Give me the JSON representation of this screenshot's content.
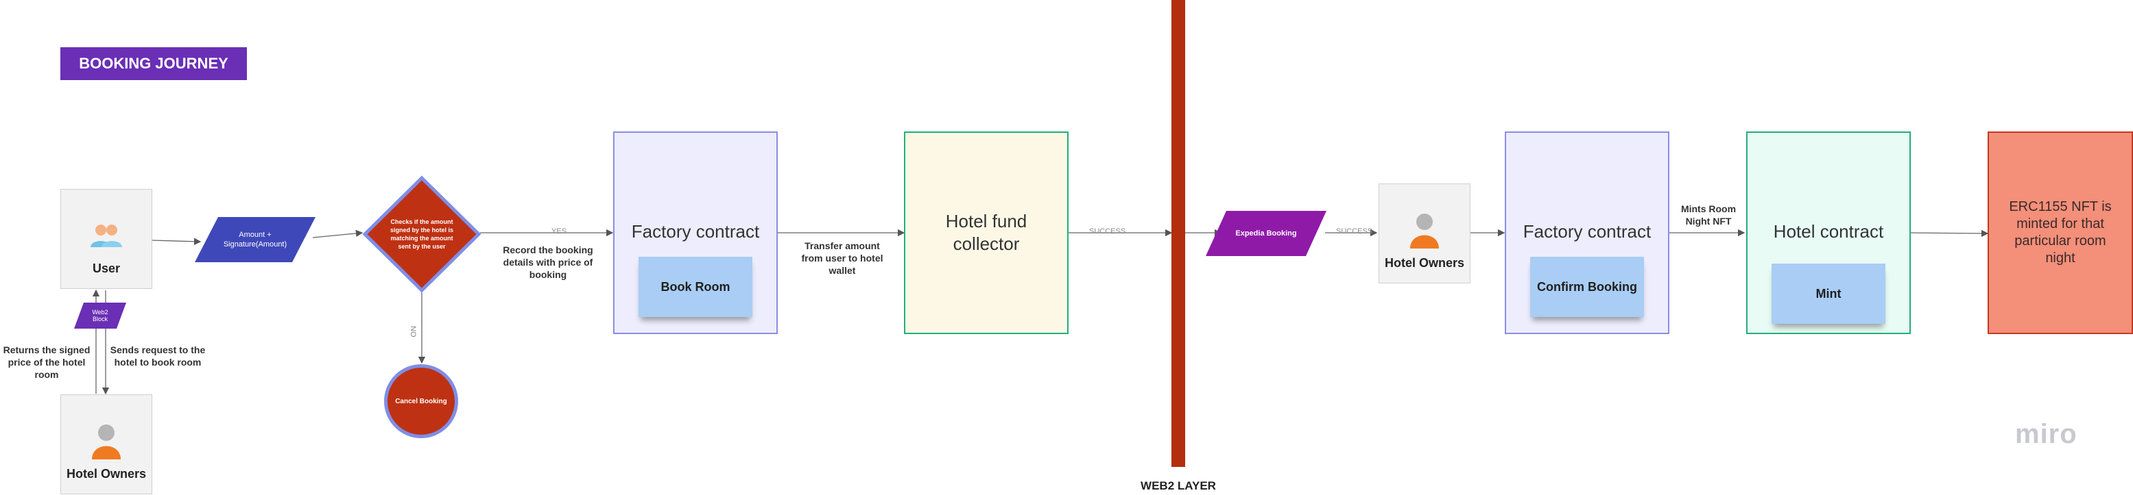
{
  "title": "BOOKING JOURNEY",
  "actors": {
    "user": "User",
    "hotel_owners_left": "Hotel Owners",
    "hotel_owners_right": "Hotel Owners"
  },
  "shapes": {
    "web2_block": "Web2 Block",
    "amount_signature": "Amount + Signature(Amount)",
    "decision": "Checks if the amount signed by the hotel is matching the amount sent by the user",
    "cancel_booking": "Cancel Booking",
    "expedia_booking": "Expedia Booking"
  },
  "boxes": {
    "factory_left": {
      "title": "Factory contract",
      "note": "Book Room"
    },
    "fund_collector": {
      "title": "Hotel fund collector"
    },
    "factory_right": {
      "title": "Factory contract",
      "note": "Confirm Booking"
    },
    "hotel_contract": {
      "title": "Hotel contract",
      "note": "Mint"
    },
    "erc_result": {
      "title": "ERC1155 NFT is minted for that particular room night"
    }
  },
  "edge_labels": {
    "returns_signed": "Returns the signed price of the hotel room",
    "sends_request": "Sends request to the hotel to book room",
    "yes": "YES",
    "no": "NO",
    "record_booking": "Record the booking details with price of booking",
    "transfer_amount": "Transfer amount from user to hotel wallet",
    "success_1": "SUCCESS",
    "success_2": "SUCCESS",
    "mints_room": "Mints Room Night NFT"
  },
  "web2_layer": "WEB2 LAYER",
  "watermark": "miro",
  "colors": {
    "title_bg": "#6a2fb5",
    "amount_shape": "#3f48b8",
    "decision_fill": "#bf3113",
    "decision_border": "#7f8ee6",
    "web2_bar": "#b32e0c",
    "expedia": "#8f1aa8",
    "factory_fill": "#ededfd",
    "factory_border": "#8c8de3",
    "fund_fill": "#fdf8e6",
    "fund_border": "#21b07a",
    "hotel_fill": "#e8fbf5",
    "hotel_border": "#21b07a",
    "erc_fill": "#f48f7a",
    "erc_border": "#c43a22",
    "note": "#a9cdf4"
  }
}
